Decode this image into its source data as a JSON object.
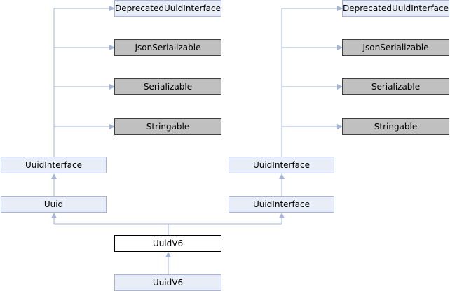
{
  "colors": {
    "edge": "#a3b4d6",
    "class_fill": "#e8edf7",
    "interface_fill": "#c0c0c0",
    "current_fill": "#ffffff"
  },
  "nodes": {
    "l_deprecated": "DeprecatedUuidInterface",
    "l_json": "JsonSerializable",
    "l_serializable": "Serializable",
    "l_stringable": "Stringable",
    "l_uuidinterface": "UuidInterface",
    "l_uuid": "Uuid",
    "r_deprecated": "DeprecatedUuidInterface",
    "r_json": "JsonSerializable",
    "r_serializable": "Serializable",
    "r_stringable": "Stringable",
    "r_uuidinterface_top": "UuidInterface",
    "r_uuidinterface_bottom": "UuidInterface",
    "uuidv6_current": "UuidV6",
    "uuidv6_base": "UuidV6"
  }
}
